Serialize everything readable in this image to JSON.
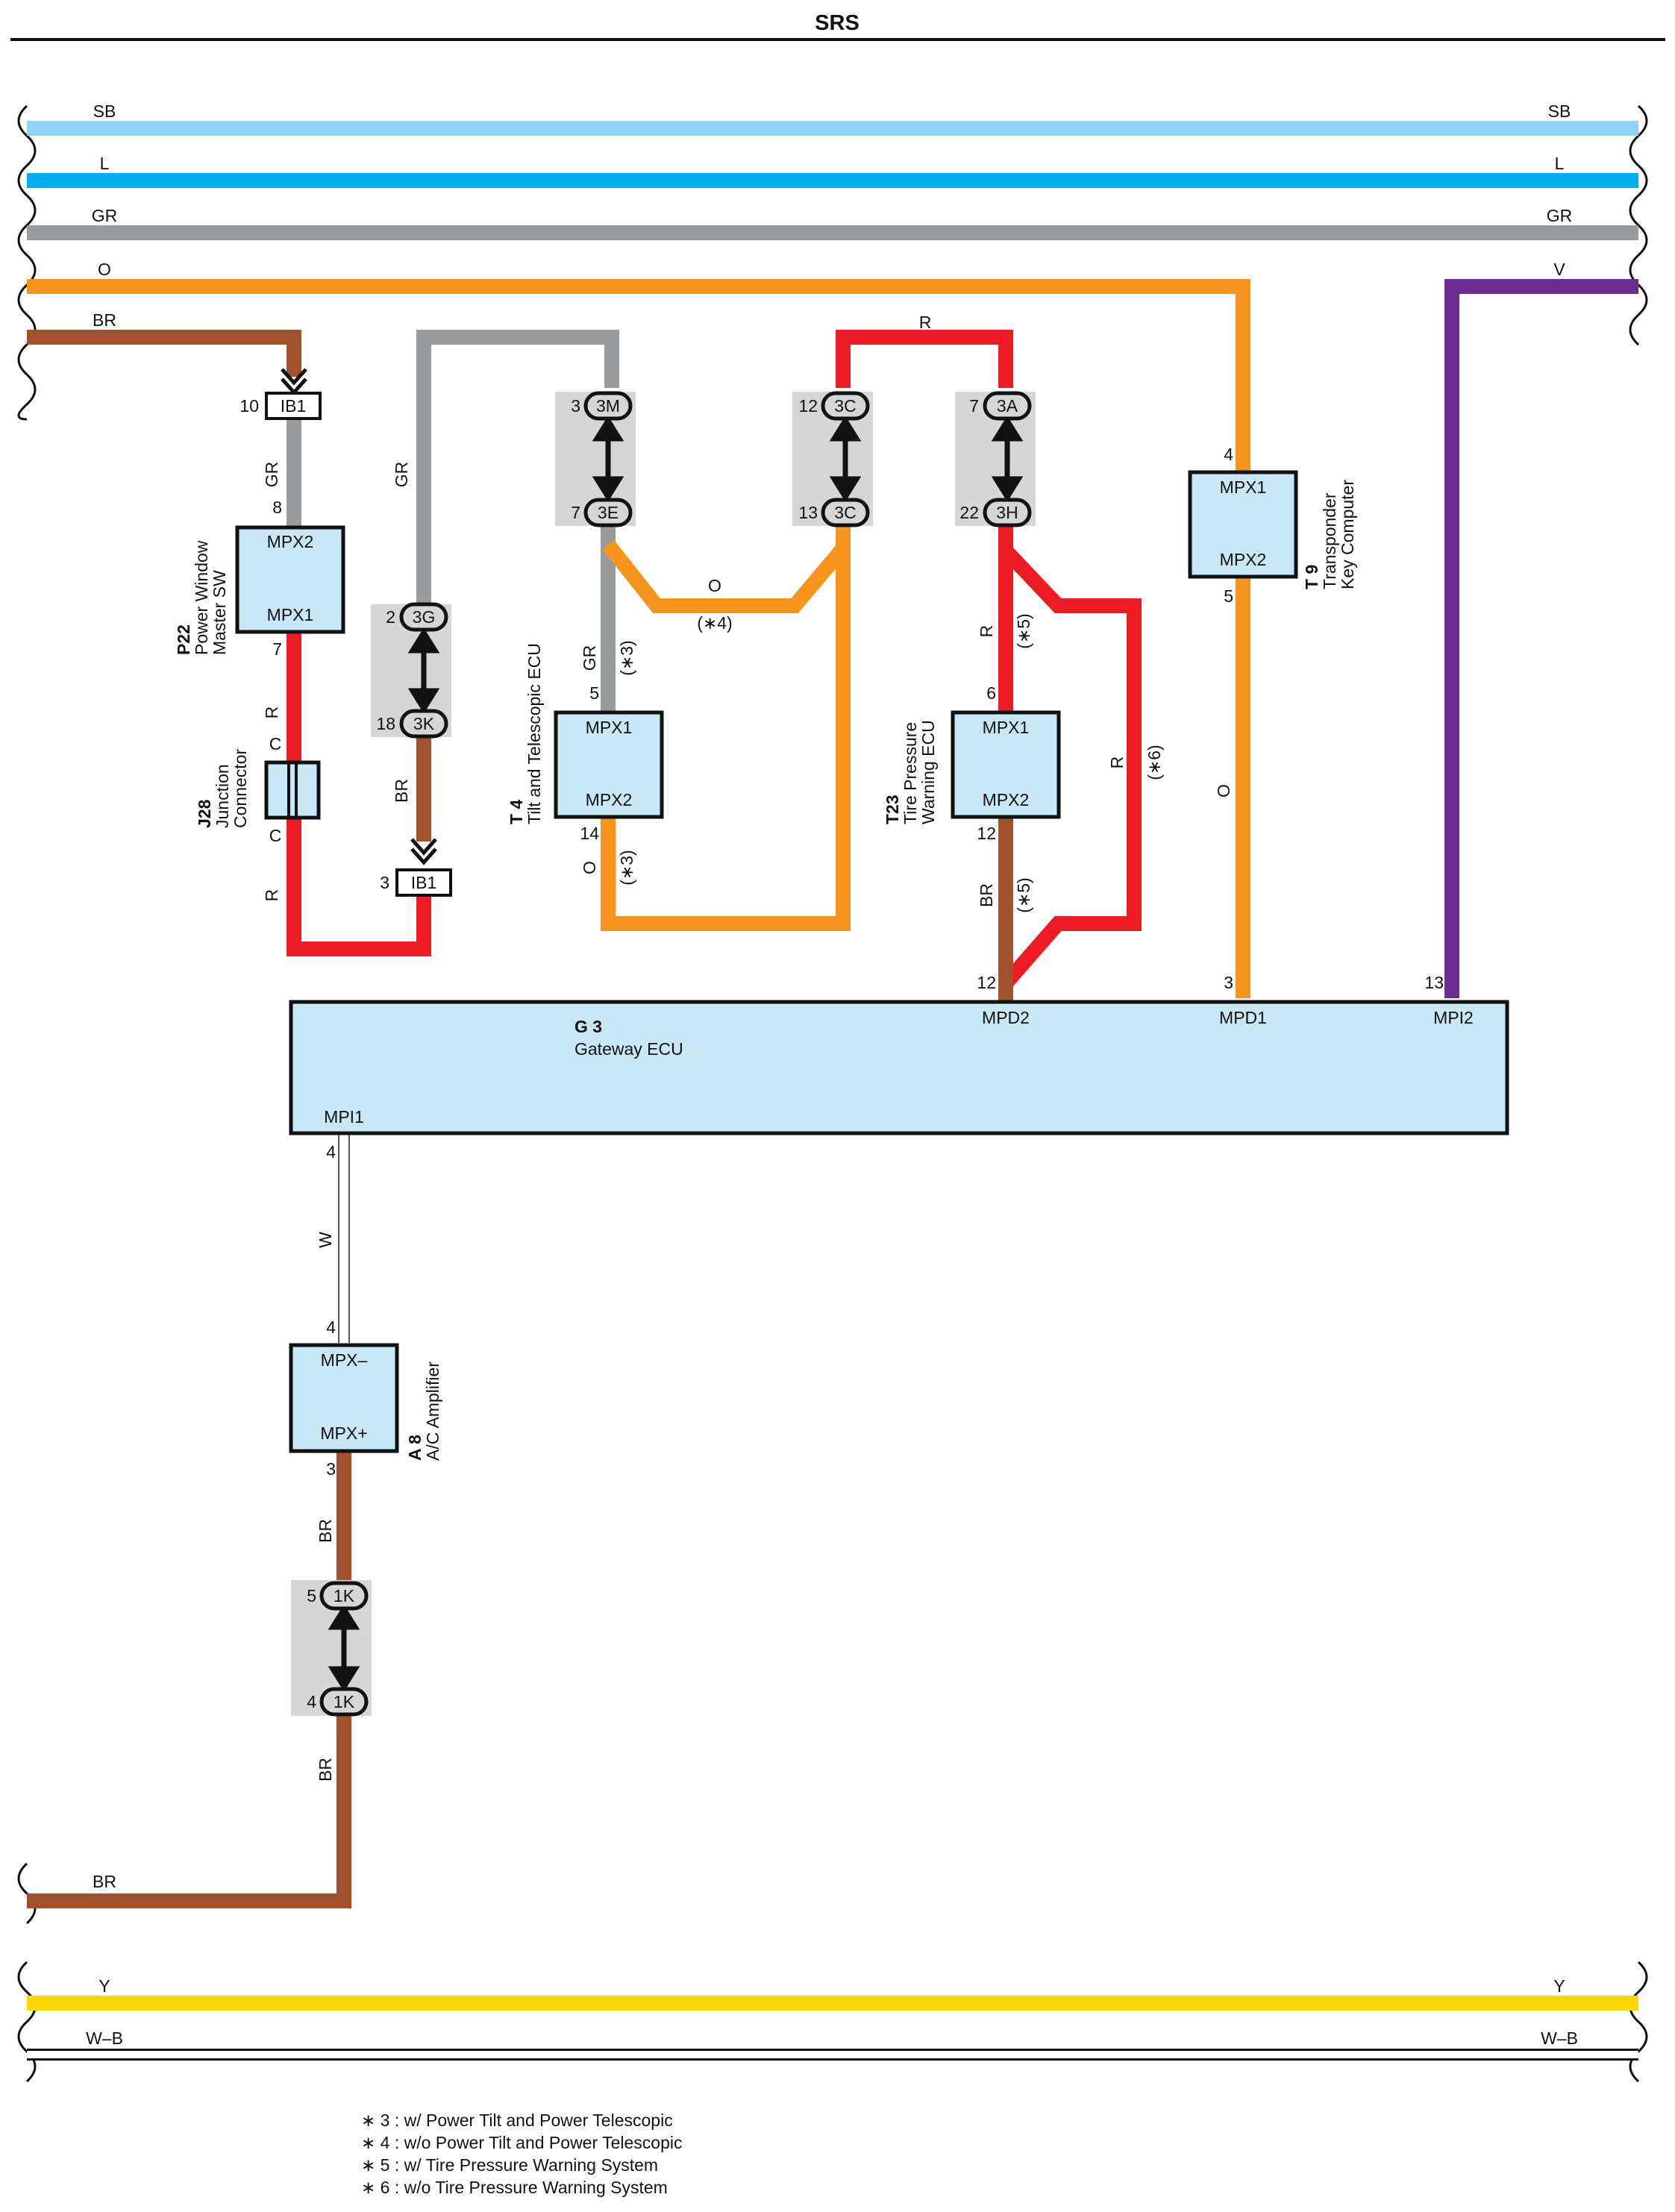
{
  "title": "SRS",
  "colors": {
    "SB": "#8fd3f4",
    "L": "#00aeef",
    "GR": "#9a9b9d",
    "O": "#f7941d",
    "BR": "#a0522d",
    "R": "#ed1c24",
    "V": "#6b2c91",
    "Y": "#ffd700",
    "W": "#ffffff",
    "component_fill": "#c8e8f8",
    "splice_fill": "#d6d6d6"
  },
  "bus_wires": {
    "sb_left": "SB",
    "sb_right": "SB",
    "l_left": "L",
    "l_right": "L",
    "gr_left": "GR",
    "gr_right": "GR",
    "o_left": "O",
    "v_right": "V",
    "br_left": "BR",
    "br_bottom": "BR",
    "y_left": "Y",
    "y_right": "Y",
    "wb_left": "W–B",
    "wb_right": "W–B"
  },
  "components": {
    "p22": {
      "code": "P22",
      "name1": "Power Window",
      "name2": "Master SW",
      "pin_a": "MPX2",
      "pin_b": "MPX1"
    },
    "j28": {
      "code": "J28",
      "name1": "Junction",
      "name2": "Connector",
      "pin_top": "C",
      "pin_bottom": "C"
    },
    "t4": {
      "code": "T 4",
      "name1": "Tilt and Telescopic ECU",
      "pin_a": "MPX1",
      "pin_b": "MPX2"
    },
    "t23": {
      "code": "T23",
      "name1": "Tire Pressure",
      "name2": "Warning ECU",
      "pin_a": "MPX1",
      "pin_b": "MPX2"
    },
    "t9": {
      "code": "T 9",
      "name1": "Transponder",
      "name2": "Key Computer",
      "pin_a": "MPX1",
      "pin_b": "MPX2"
    },
    "g3": {
      "code": "G 3",
      "name": "Gateway ECU",
      "mpi1": "MPI1",
      "mpd2": "MPD2",
      "mpd1": "MPD1",
      "mpi2": "MPI2"
    },
    "a8": {
      "code": "A 8",
      "name": "A/C Amplifier",
      "pin_a": "MPX–",
      "pin_b": "MPX+"
    }
  },
  "connectors": {
    "ib1_top": "IB1",
    "ib1_bot": "IB1",
    "c3g": "3G",
    "c3k": "3K",
    "c3m": "3M",
    "c3e": "3E",
    "c3c_top": "3C",
    "c3c_bot": "3C",
    "c3a": "3A",
    "c3h": "3H",
    "c1k_top": "1K",
    "c1k_bot": "1K"
  },
  "pins": {
    "ib1_top": "10",
    "p22_top": "8",
    "p22_bot": "7",
    "ib1_bot": "3",
    "c3g": "2",
    "c3k": "18",
    "c3m": "3",
    "c3e": "7",
    "t4_top": "5",
    "t4_bot": "14",
    "c3c_top": "12",
    "c3c_bot": "13",
    "c3a": "7",
    "c3h": "22",
    "t23_top": "6",
    "t23_bot": "12",
    "g3_mpd2": "12",
    "t9_top": "4",
    "t9_bot": "5",
    "g3_mpd1": "3",
    "g3_mpi2": "13",
    "g3_mpi1": "4",
    "a8_top": "4",
    "a8_bot": "3",
    "c1k_top": "5",
    "c1k_bot": "4"
  },
  "wire_labels": {
    "ib1_p22": "GR",
    "p22_j28": "R",
    "j28_ib1": "R",
    "gr_3g": "GR",
    "3k_ib1": "BR",
    "3e_t4": "GR",
    "3e_t4_note": "(∗3)",
    "o_mid": "O",
    "o_mid_note": "(∗4)",
    "t4_out": "O",
    "t4_out_note": "(∗3)",
    "r_top": "R",
    "3h_t23": "R",
    "3h_t23_note": "(∗5)",
    "r_bypass": "R",
    "r_bypass_note": "(∗6)",
    "t23_g3": "BR",
    "t23_g3_note": "(∗5)",
    "t9_g3": "O",
    "g3_a8": "W",
    "a8_1k": "BR",
    "1k_out": "BR"
  },
  "notes": [
    "∗ 3 : w/ Power Tilt and Power Telescopic",
    "∗ 4 : w/o Power Tilt and Power Telescopic",
    "∗ 5 : w/ Tire Pressure Warning System",
    "∗ 6 : w/o Tire Pressure Warning System"
  ]
}
